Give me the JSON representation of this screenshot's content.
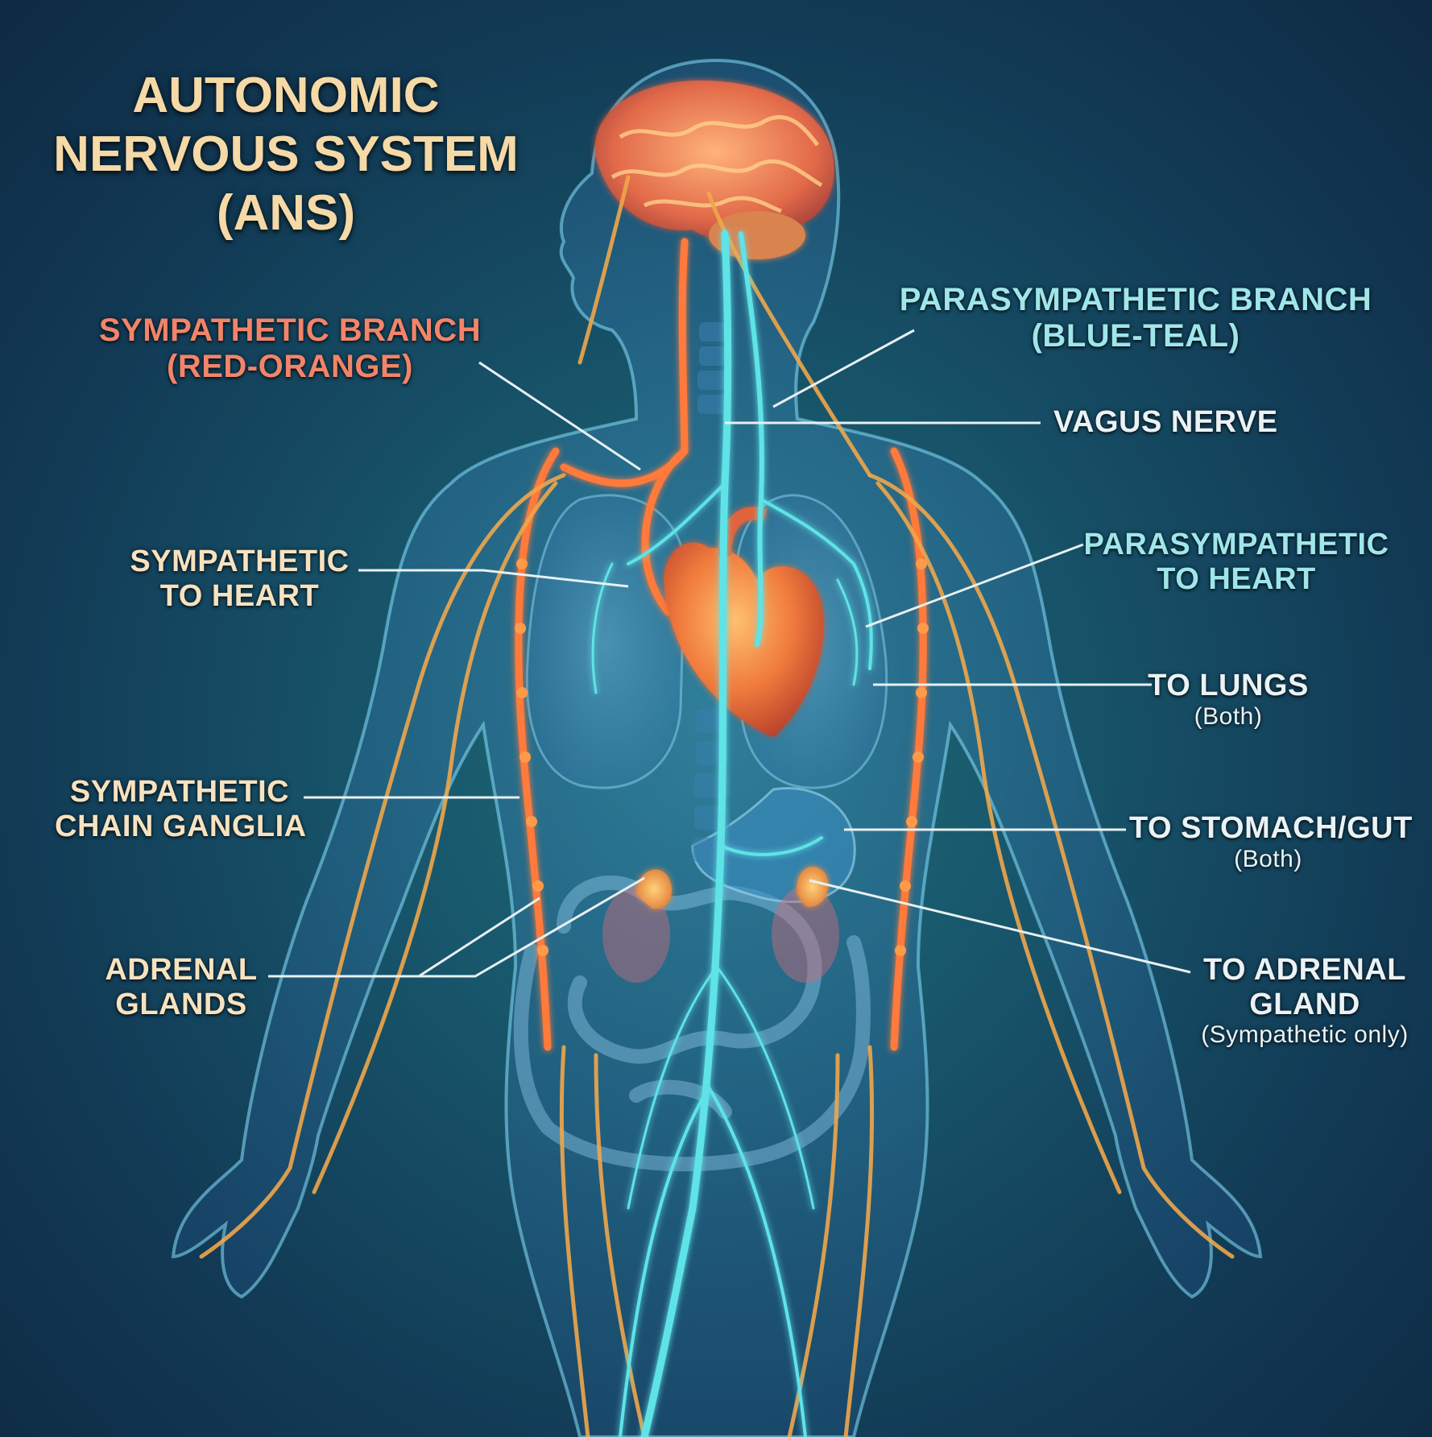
{
  "title": {
    "line1": "AUTONOMIC",
    "line2": "NERVOUS SYSTEM",
    "line3": "(ANS)"
  },
  "labels": {
    "sympathetic_branch": {
      "line1": "SYMPATHETIC BRANCH",
      "line2": "(RED-ORANGE)"
    },
    "parasympathetic_branch": {
      "line1": "PARASYMPATHETIC BRANCH",
      "line2": "(BLUE-TEAL)"
    },
    "vagus_nerve": {
      "line1": "VAGUS NERVE"
    },
    "sympathetic_to_heart": {
      "line1": "SYMPATHETIC",
      "line2": "TO HEART"
    },
    "parasympathetic_to_heart": {
      "line1": "PARASYMPATHETIC",
      "line2": "TO HEART"
    },
    "to_lungs": {
      "line1": "TO LUNGS",
      "note": "(Both)"
    },
    "sympathetic_chain_ganglia": {
      "line1": "SYMPATHETIC",
      "line2": "CHAIN GANGLIA"
    },
    "to_stomach_gut": {
      "line1": "TO STOMACH/GUT",
      "note": "(Both)"
    },
    "adrenal_glands": {
      "line1": "ADRENAL",
      "line2": "GLANDS"
    },
    "to_adrenal_gland": {
      "line1": "TO ADRENAL",
      "line2": "GLAND",
      "note": "(Sympathetic only)"
    }
  },
  "colors": {
    "sympathetic": "#f2846a",
    "parasympathetic": "#9fe6ea",
    "title": "#f5d9a6",
    "label_cream": "#f7e2c0",
    "nerve_orange": "#ff8a3d",
    "nerve_gold": "#f0a64a",
    "nerve_teal": "#5fe3e6",
    "body_glow": "#4aa9d6"
  }
}
